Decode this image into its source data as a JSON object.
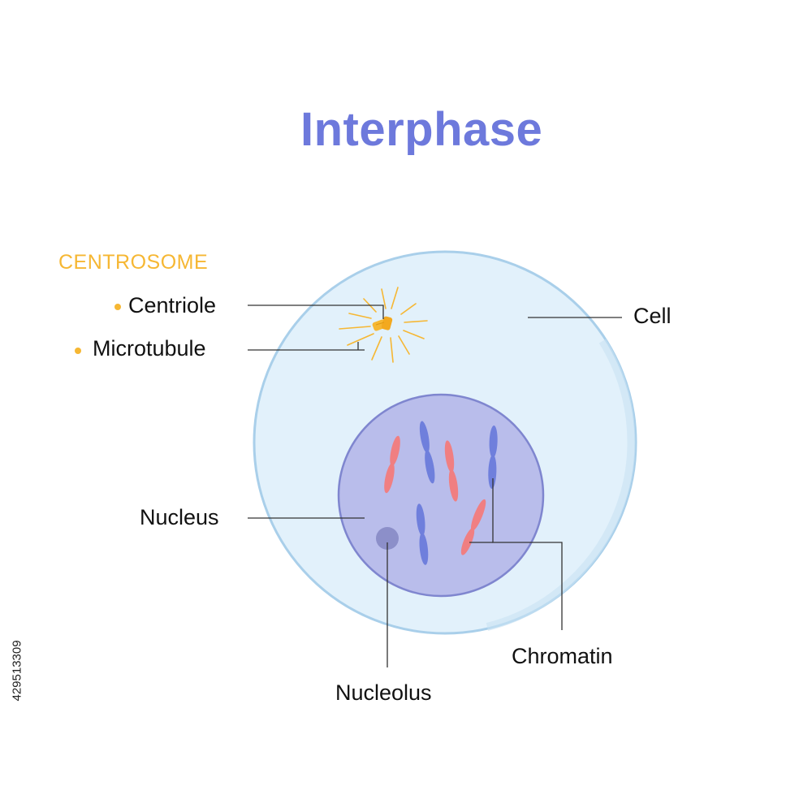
{
  "title": "Interphase",
  "centrosome": {
    "heading": "CENTROSOME",
    "items": [
      {
        "label": "Centriole"
      },
      {
        "label": "Microtubule"
      }
    ]
  },
  "labels": {
    "cell": "Cell",
    "nucleus": "Nucleus",
    "nucleolus": "Nucleolus",
    "chromatin": "Chromatin"
  },
  "image_id": "429513309",
  "colors": {
    "title": "#6d79dc",
    "centrosome": "#f6b733",
    "cell_fill": "#e2f1fb",
    "cell_stroke": "#a9cfea",
    "nucleus_fill": "#b9bdeb",
    "nucleus_stroke": "#7f86cf",
    "chromosome_blue": "#6f7fdc",
    "chromosome_red": "#f07f82",
    "nucleolus": "#8c8fc9"
  }
}
